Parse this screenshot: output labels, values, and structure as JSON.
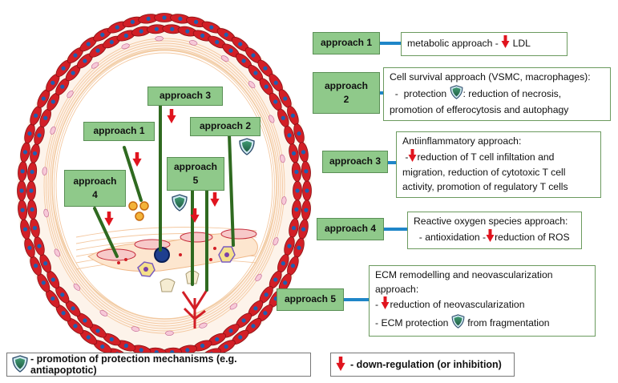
{
  "colors": {
    "artery_cell": "#d21f26",
    "artery_outline": "#8a1015",
    "nucleus": "#1f5fb0",
    "approach_box": "#8fc98a",
    "connector": "#1f86c8",
    "arrow_red": "#e0141e",
    "shield_green": "#2e7d5a",
    "pointer": "#2f6a20"
  },
  "icons": [
    "down-arrow-icon",
    "shield-icon"
  ],
  "diagram_labels": {
    "a1": "approach 1",
    "a2": "approach 2",
    "a3": "approach 3",
    "a4": [
      "approach",
      "4"
    ],
    "a5": [
      "approach",
      "5"
    ]
  },
  "approaches": [
    {
      "label": [
        "approach 1"
      ],
      "lines": [
        [
          "metabolic approach - ",
          "{down}",
          " LDL"
        ]
      ]
    },
    {
      "label": [
        "approach",
        "2"
      ],
      "lines": [
        [
          "Cell survival approach (VSMC, macrophages):"
        ],
        [
          "  -  protection ",
          "{shield}",
          ": reduction of necrosis,"
        ],
        [
          "promotion of efferocytosis and autophagy"
        ]
      ]
    },
    {
      "label": [
        "approach 3"
      ],
      "lines": [
        [
          "Antiinflammatory approach:"
        ],
        [
          " -",
          "{down}",
          "reduction of T cell infiltation and"
        ],
        [
          "migration, reduction of cytotoxic T cell"
        ],
        [
          "activity, promotion of regulatory T cells"
        ]
      ]
    },
    {
      "label": [
        "approach 4"
      ],
      "lines": [
        [
          "Reactive oxygen species approach:"
        ],
        [
          "  - antioxidation -",
          "{down}",
          "reduction of ROS"
        ]
      ]
    },
    {
      "label": [
        "approach 5"
      ],
      "lines": [
        [
          "ECM remodelling and neovascularization"
        ],
        [
          "approach:"
        ],
        [
          "- ",
          "{down}",
          "reduction of neovascularization"
        ],
        [
          "- ECM protection ",
          "{shield}",
          " from fragmentation"
        ]
      ]
    }
  ],
  "legend": {
    "protection": "- promotion of protection mechanisms (e.g. antiapoptotic)",
    "downregulation": "- down-regulation (or inhibition)"
  }
}
